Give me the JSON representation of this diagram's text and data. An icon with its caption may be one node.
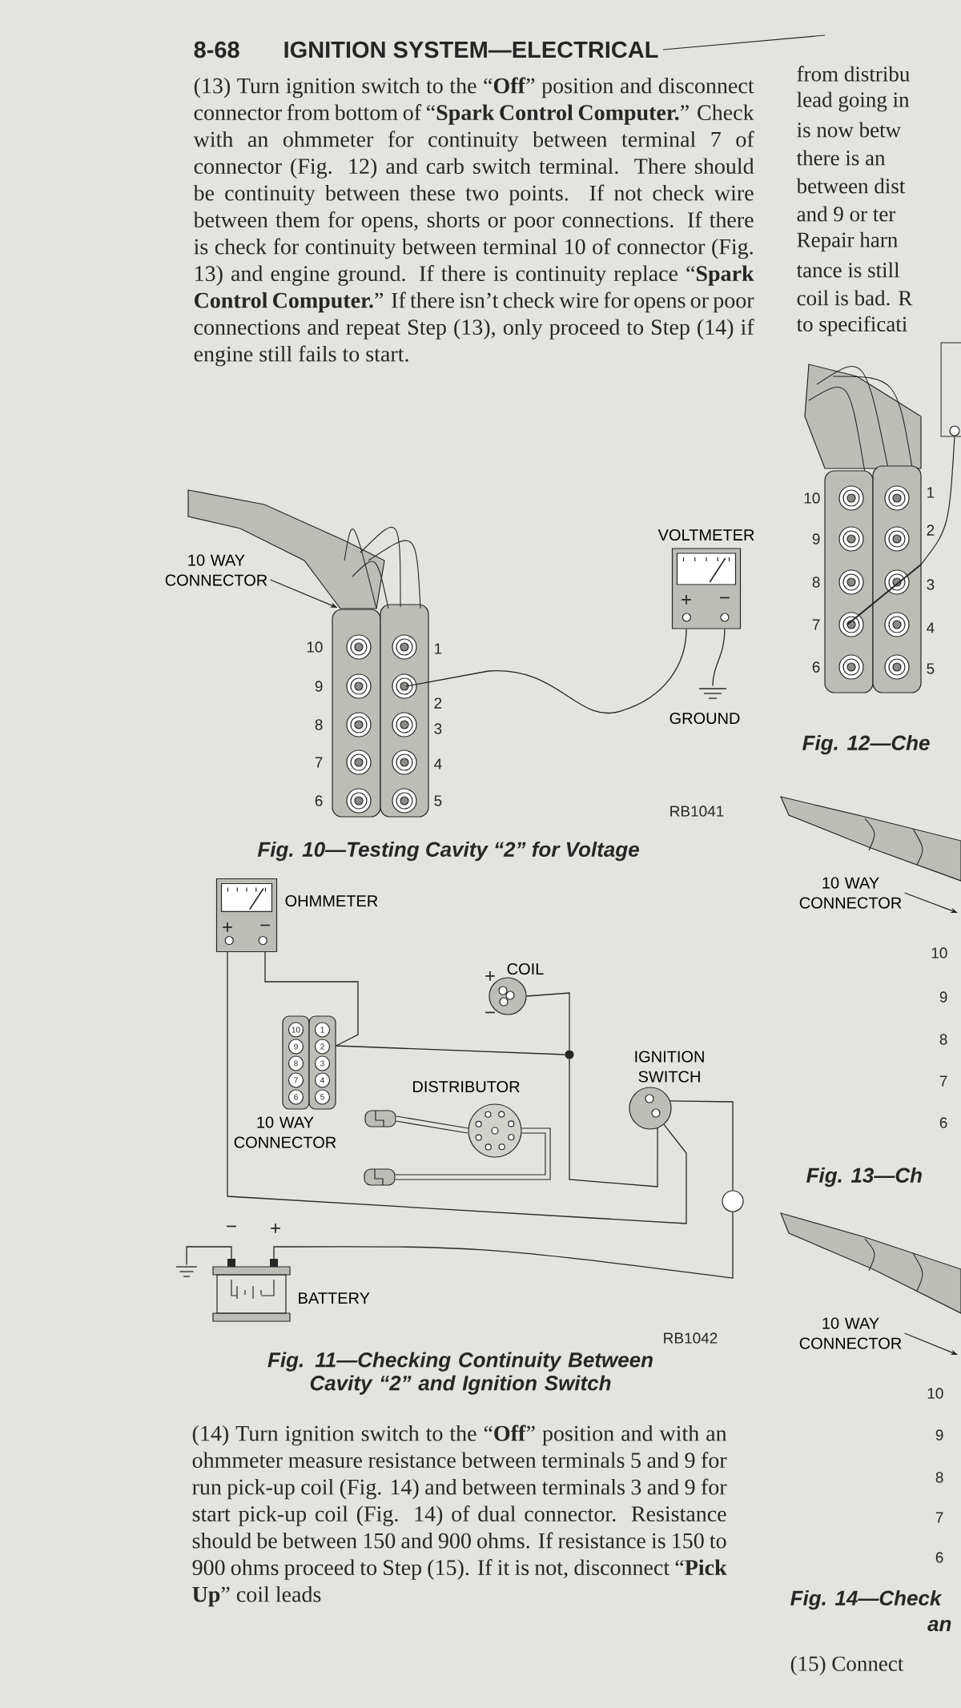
{
  "diagram": {
    "title": "IGNITION SYSTEM—ELECTRICAL",
    "nodes": [
      {
        "text": [
          "10 WAY CONNECTOR"
        ]
      },
      {
        "text": [],
        "shape": "picture"
      },
      {
        "text": [
          "VOLTMETER"
        ]
      },
      {
        "text": [
          "GROUND"
        ]
      },
      {
        "text": [
          "OHMMETER"
        ]
      },
      {
        "text": [
          "10 WAY CONNECTOR"
        ]
      },
      {
        "text": [
          "COIL"
        ]
      },
      {
        "text": [],
        "shape": "circle"
      },
      {
        "text": [
          "IGNITION SWITCH"
        ]
      },
      {
        "text": [
          "DISTRIBUTOR"
        ]
      },
      {
        "text": [],
        "shape": "picture"
      },
      {
        "text": [],
        "shape": "picture"
      },
      {
        "text": [],
        "shape": "circle"
      },
      {
        "text": [
          "BATTERY"
        ]
      },
      {
        "text": [],
        "shape": "picture"
      },
      {
        "text": [
          "10 WAY CONNECTOR"
        ]
      },
      {
        "text": [
          "10 WAY CONNECTOR"
        ]
      }
    ],
    "edges": [
      {
        "from": 0,
        "to": 1,
        "arrow": "to"
      },
      {
        "from": 1,
        "to": 2,
        "arrow": "none"
      },
      {
        "from": 2,
        "to": 3,
        "arrow": "none"
      },
      {
        "from": 4,
        "to": 5,
        "arrow": "none"
      },
      {
        "from": 4,
        "to": 8,
        "arrow": "none"
      },
      {
        "from": 5,
        "to": 7,
        "arrow": "none"
      },
      {
        "from": 6,
        "to": 7,
        "arrow": "none"
      },
      {
        "from": 7,
        "to": 8,
        "arrow": "none"
      },
      {
        "from": 10,
        "to": 9,
        "arrow": "none",
        "style": "thick"
      },
      {
        "from": 9,
        "to": 11,
        "arrow": "none",
        "style": "thick"
      },
      {
        "from": 8,
        "to": 12,
        "arrow": "none"
      },
      {
        "from": 12,
        "to": 13,
        "arrow": "none"
      },
      {
        "from": 13,
        "to": 14,
        "arrow": "none"
      },
      {
        "from": 15,
        "to": null,
        "arrow": "to"
      },
      {
        "from": 16,
        "to": null,
        "arrow": "to"
      }
    ],
    "labels": [
      "8-68",
      "(13) Turn ignition switch to the “**Off**” position and disconnect connector from bottom of “**Spark Control Computer.**” Check with an ohmmeter for continuity between terminal 7 of connector (Fig. 12) and carb switch terminal. There should be continuity between these two points. If not check wire between them for opens, shorts or poor connections. If there is check for continuity between terminal 10 of connector (Fig. 13) and engine ground. If there is continuity replace “**Spark Control Computer.**” If there isn’t check wire for opens or poor connections and repeat Step (13), only proceed to Step (14) if engine still fails to start.",
      "from distribu",
      "lead going in",
      "is now betw",
      "there is an",
      "between dist",
      "and 9 or ter",
      "Repair harn",
      "tance is still",
      "coil is bad. R",
      "to specificati",
      "10",
      "9",
      "8",
      "7",
      "6",
      "1",
      "2",
      "3",
      "4",
      "5",
      "+",
      "−",
      "RB1041",
      "Fig. 10—Testing Cavity “2” for Voltage",
      "10",
      "9",
      "8",
      "7",
      "6",
      "1",
      "2",
      "3",
      "4",
      "5",
      "Fig. 12—Che",
      "+",
      "−",
      "10",
      "9",
      "8",
      "7",
      "6",
      "1",
      "2",
      "3",
      "4",
      "5",
      "+",
      "−",
      "−",
      "+",
      "RB1042",
      "Fig. 11—Checking Continuity Between Cavity “2” and Ignition Switch",
      "10",
      "9",
      "8",
      "7",
      "6",
      "Fig. 13—Ch",
      "10",
      "9",
      "8",
      "7",
      "6",
      "Fig. 14—Check",
      "an",
      "(14) Turn ignition switch to the “**Off**” position and with an ohmmeter measure resistance between terminals 5 and 9 for run pick-up coil (Fig. 14) and between terminals 3 and 9 for start pick-up coil (Fig. 14) of dual connector. Resistance should be between 150 and 900 ohms. If resistance is 150 to 900 ohms proceed to Step (15). If it is not, disconnect “**Pick Up**” coil leads",
      "(15) Connect"
    ]
  }
}
